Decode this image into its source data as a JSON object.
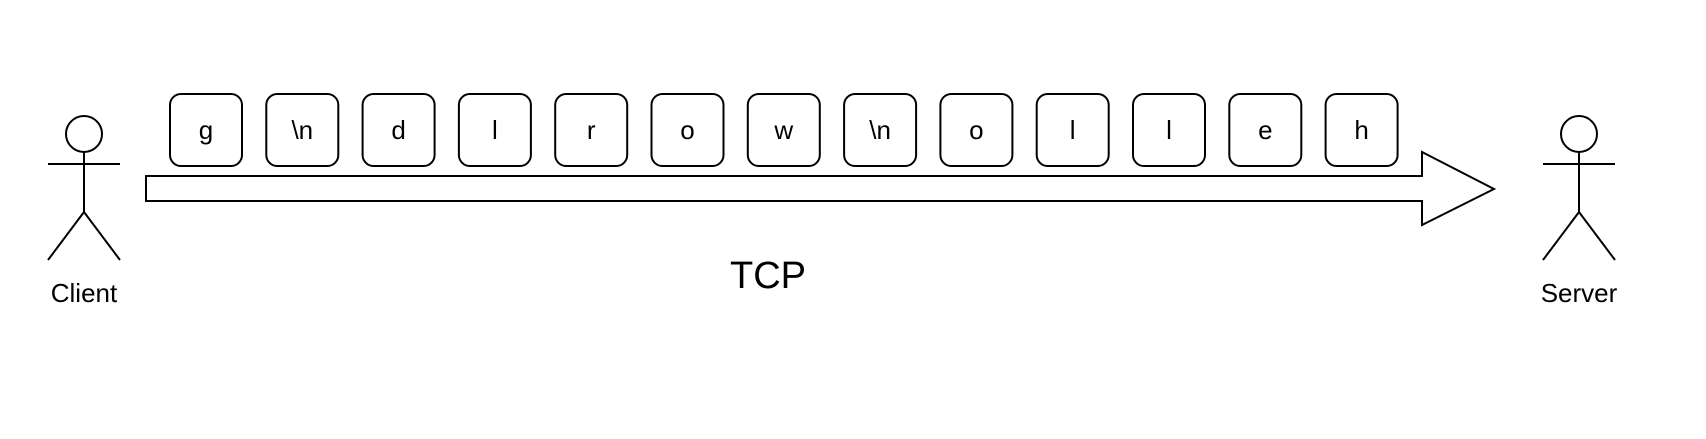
{
  "diagram": {
    "title": "",
    "client_label": "Client",
    "server_label": "Server",
    "protocol_label": "TCP",
    "packets": [
      "g",
      "\\n",
      "d",
      "l",
      "r",
      "o",
      "w",
      "\\n",
      "o",
      "l",
      "l",
      "e",
      "h"
    ]
  }
}
